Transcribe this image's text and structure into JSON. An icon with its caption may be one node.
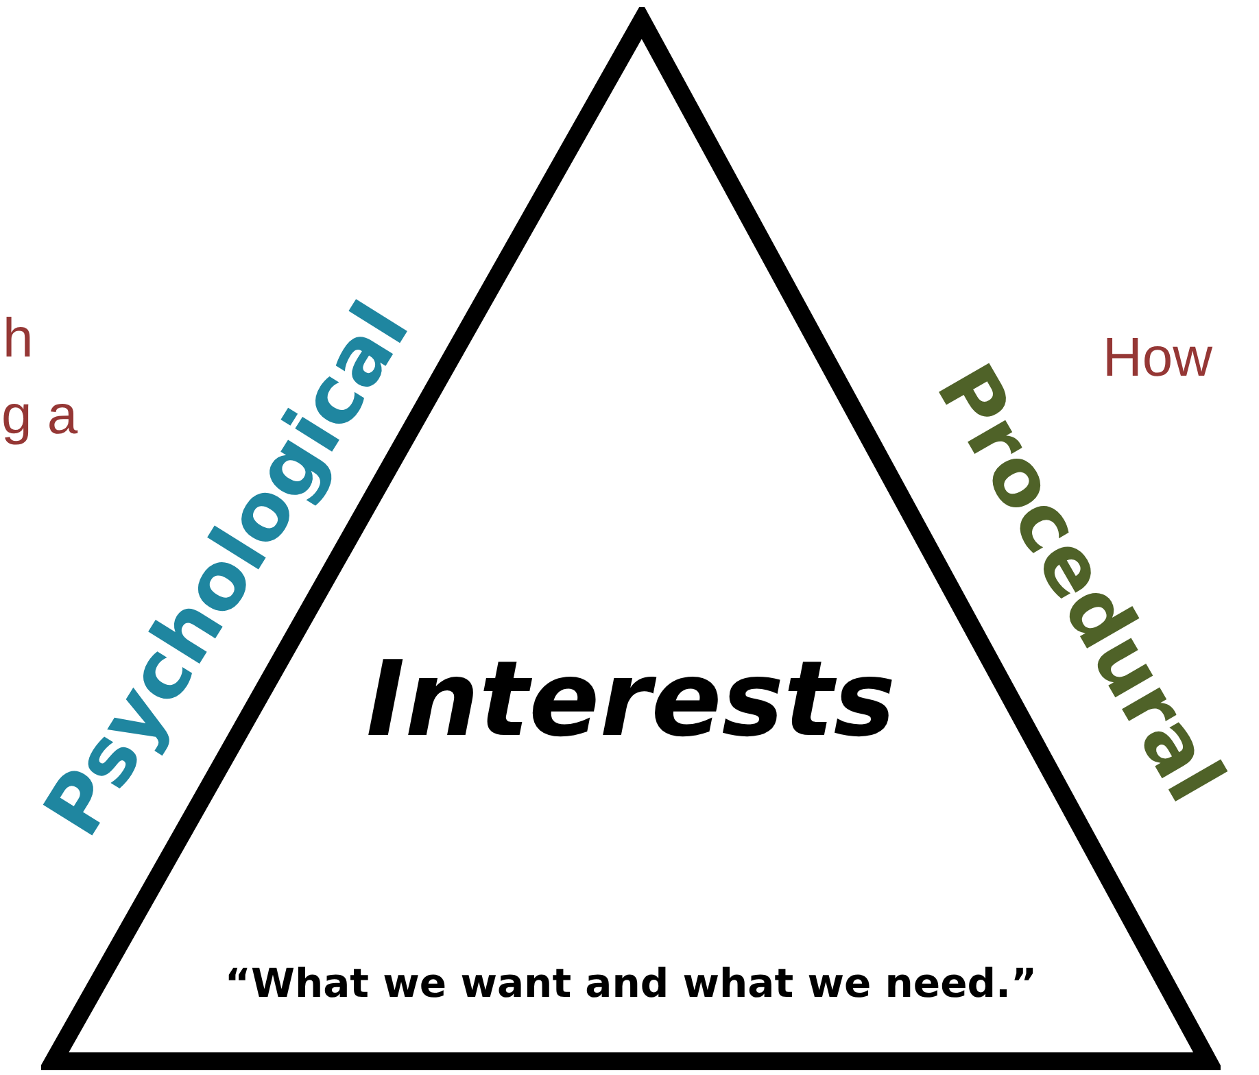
{
  "diagram": {
    "nodes": [
      {
        "text": [
          "Interests",
          "“What we want and what we need.”"
        ]
      }
    ],
    "labels": [
      "h",
      "How",
      "g a",
      "Psychological",
      "Procedural"
    ]
  }
}
